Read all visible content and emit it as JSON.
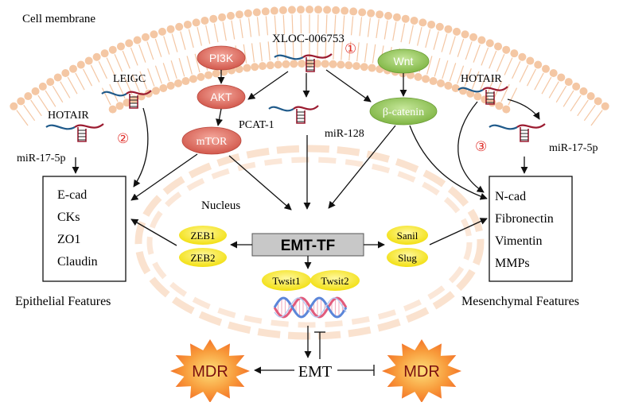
{
  "labels": {
    "cell_membrane": "Cell membrane",
    "xloc": "XLOC-006753",
    "circle1": "①",
    "circle2": "②",
    "circle3": "③",
    "leigc": "LEIGC",
    "hotair_left": "HOTAIR",
    "mir17_left": "miR-17-5p",
    "pcat1": "PCAT-1",
    "mir128": "miR-128",
    "hotair_right": "HOTAIR",
    "mir17_right": "miR-17-5p",
    "nucleus": "Nucleus",
    "epithelial": "Epithelial Features",
    "mesenchymal": "Mesenchymal Features",
    "emt": "EMT"
  },
  "nodes": {
    "pi3k": "PI3K",
    "akt": "AKT",
    "mtor": "mTOR",
    "wnt": "Wnt",
    "bcatenin": "β-catenin",
    "emt_tf": "EMT-TF",
    "zeb1": "ZEB1",
    "zeb2": "ZEB2",
    "sanil": "Sanil",
    "slug": "Slug",
    "twsit1": "Twsit1",
    "twsit2": "Twsit2",
    "mdr_left": "MDR",
    "mdr_right": "MDR"
  },
  "epithelial_markers": [
    "E-cad",
    "CKs",
    "ZO1",
    "Claudin"
  ],
  "mesenchymal_markers": [
    "N-cad",
    "Fibronectin",
    "Vimentin",
    "MMPs"
  ],
  "colors": {
    "red_node": "#d9655a",
    "green_node": "#8cc24e",
    "yellow_node": "#f5e726",
    "emt_tf_box": "#c8c8c8",
    "mdr_star": "#f26b25",
    "membrane": "#f4c7a4",
    "nucleus_dash": "#fbe1cc",
    "rna_red": "#9b1b30",
    "rna_blue": "#1f5a8a",
    "circle_num": "#e0312c"
  }
}
